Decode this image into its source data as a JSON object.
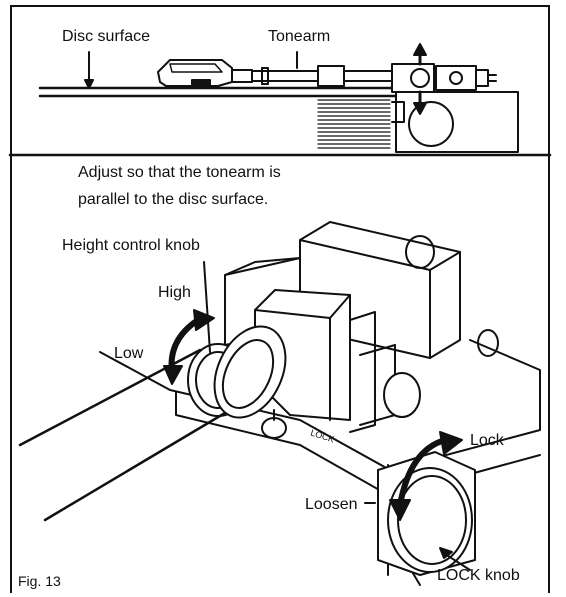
{
  "labels": {
    "disc_surface": "Disc surface",
    "tonearm": "Tonearm",
    "instruction_line1": "Adjust so that the tonearm is",
    "instruction_line2": "parallel to the disc surface.",
    "height_control_knob": "Height control knob",
    "high": "High",
    "low": "Low",
    "lock": "Lock",
    "loosen": "Loosen",
    "lock_knob": "LOCK knob",
    "base_marking": "LOCK",
    "figure": "Fig. 13"
  },
  "colors": {
    "ink": "#111111",
    "paper": "#ffffff"
  },
  "icons": [
    "up-arrow-icon",
    "down-arrow-icon",
    "rotation-arrow-icon"
  ]
}
